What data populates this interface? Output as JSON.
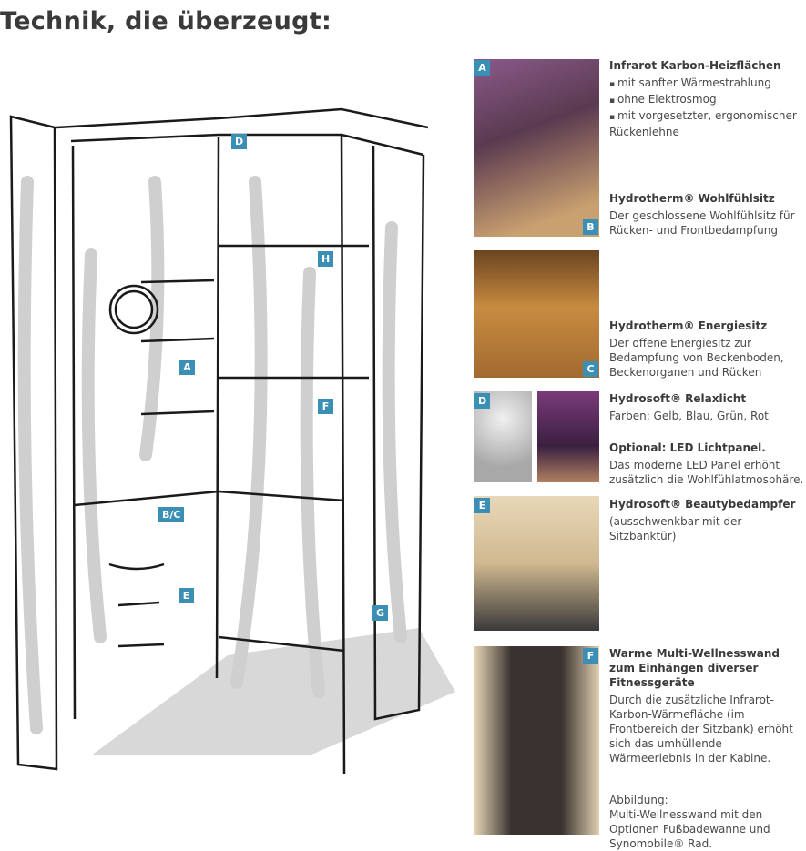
{
  "title": "Technik, die überzeugt:",
  "sketch_labels": {
    "d": "D",
    "h": "H",
    "a": "A",
    "f": "F",
    "bc": "B/C",
    "e": "E",
    "g": "G"
  },
  "photo_labels": {
    "a": "A",
    "b": "B",
    "c": "C",
    "d": "D",
    "e": "E",
    "f": "F"
  },
  "features": {
    "infrarot": {
      "title": "Infrarot Karbon-Heizflächen",
      "bullets": [
        "mit sanfter Wärmestrahlung",
        "ohne Elektrosmog",
        "mit vorgesetzter, ergonomischer Rückenlehne"
      ]
    },
    "wohlfuehlsitz": {
      "title": "Hydrotherm® Wohlfühlsitz",
      "text": "Der geschlossene Wohlfühlsitz für Rücken- und Frontbedampfung"
    },
    "energiesitz": {
      "title": "Hydrotherm® Energiesitz",
      "text": "Der offene Energiesitz zur Bedampfung von Beckenboden, Beckenorganen und Rücken"
    },
    "relaxlicht": {
      "title": "Hydrosoft® Relaxlicht",
      "text": "Farben: Gelb, Blau, Grün, Rot"
    },
    "led": {
      "title": "Optional: LED Lichtpanel.",
      "text": "Das moderne LED Panel erhöht zusätzlich die Wohlfühlatmosphäre."
    },
    "beauty": {
      "title": "Hydrosoft® Beautybedampfer",
      "text": "(ausschwenkbar mit der Sitzbanktür)"
    },
    "wellnesswand": {
      "title": "Warme Multi-Wellnesswand zum Einhängen diverser Fitnessgeräte",
      "text": "Durch die zusätzliche Infrarot-Karbon-Wärmefläche (im Frontbereich der Sitzbank) erhöht sich das umhüllende Wärmeerlebnis in der Kabine.",
      "caption_label": "Abbildung",
      "caption": "Multi-Wellnesswand mit den Optionen Fußbadewanne und Synomobile® Rad."
    }
  },
  "colors": {
    "badge": "#3b8fb5",
    "text": "#4a4a4a"
  }
}
